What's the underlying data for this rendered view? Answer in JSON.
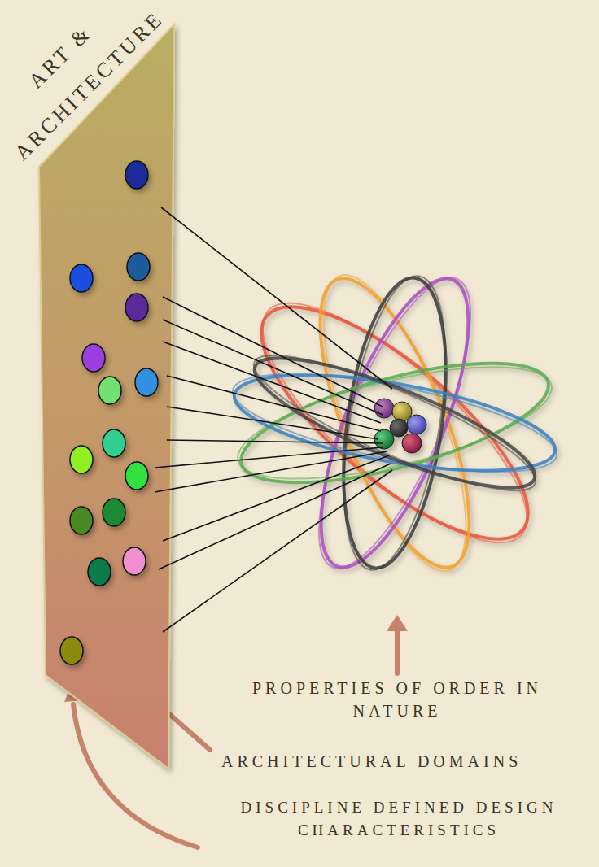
{
  "diagram": {
    "nodes": [
      {
        "text": [
          "ART & ARCHITECTURE"
        ]
      }
    ],
    "labels": [
      "PROPERTIES OF ORDER IN NATURE",
      "ARCHITECTURAL DOMAINS",
      "DISCIPLINE DEFINED DESIGN CHARACTERISTICS"
    ]
  }
}
